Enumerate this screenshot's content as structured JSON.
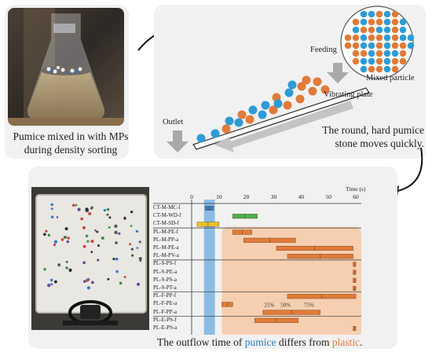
{
  "top_left": {
    "caption_line1": "Pumice mixed in with MPs",
    "caption_line2": "during density sorting"
  },
  "machine": {
    "feeding_label": "Feeding",
    "mixed_particle_label": "Mixed particle",
    "vibrating_plate_label": "Vibrating plate",
    "outlet_label": "Outlet",
    "caption_line1": "The round, hard pumice",
    "caption_line2": "stone moves quickly.",
    "colors": {
      "pumice": "#2f9bd6",
      "plastic": "#e07b39"
    }
  },
  "chart_data": {
    "type": "gantt",
    "x_title": "Time (s)",
    "x_ticks": [
      0,
      10,
      20,
      30,
      40,
      50,
      60
    ],
    "xlim": [
      0,
      62
    ],
    "rows": [
      {
        "label": "CT-M-MC-f",
        "start": 5,
        "end": 8,
        "color": "#3a7cc4",
        "group": 0
      },
      {
        "label": "CT-M-WD-f",
        "start": 15,
        "end": 24,
        "color": "#4caf50",
        "group": 0
      },
      {
        "label": "CT-M-SD-f",
        "start": 2,
        "end": 10,
        "color": "#e6c229",
        "group": 0
      },
      {
        "label": "PL-M-PE-f",
        "start": 15,
        "end": 22,
        "color": "#e07b39",
        "group": 1
      },
      {
        "label": "PL-M-PP-a",
        "start": 19,
        "end": 38,
        "color": "#e07b39",
        "group": 1
      },
      {
        "label": "PL-M-PE-a",
        "start": 31,
        "end": 59,
        "color": "#e07b39",
        "group": 1
      },
      {
        "label": "PL-M-PV-a",
        "start": 35,
        "end": 59,
        "color": "#e07b39",
        "group": 1
      },
      {
        "label": "PL-S-PS-f",
        "start": 59,
        "end": 60,
        "color": "#e07b39",
        "group": 2
      },
      {
        "label": "PL-S-PE-a",
        "start": 59,
        "end": 60,
        "color": "#e07b39",
        "group": 2
      },
      {
        "label": "PL-S-PS-a",
        "start": 59,
        "end": 60,
        "color": "#e07b39",
        "group": 2
      },
      {
        "label": "PL-S-PT-a",
        "start": 59,
        "end": 60,
        "color": "#e07b39",
        "group": 2
      },
      {
        "label": "PL-F-PP-f",
        "start": 35,
        "end": 60,
        "color": "#e07b39",
        "group": 3
      },
      {
        "label": "PL-F-PE-a",
        "start": 11,
        "end": 15,
        "color": "#e07b39",
        "group": 3
      },
      {
        "label": "PL-F-PP-a",
        "start": 26,
        "end": 47,
        "color": "#e07b39",
        "group": 3
      },
      {
        "label": "PL-E-PS-f",
        "start": 23,
        "end": 39,
        "color": "#e07b39",
        "group": 4
      },
      {
        "label": "PL-E-PS-a",
        "start": 59,
        "end": 60,
        "color": "#e07b39",
        "group": 4
      }
    ],
    "annotations": [
      "25%",
      "50%",
      "75%"
    ],
    "pumice_band": [
      4.5,
      8.5
    ],
    "plastic_region": [
      11,
      62
    ]
  },
  "bottom_caption": {
    "part1": "The outflow time of ",
    "pumice": "pumice",
    "part2": " differs from ",
    "plastic": "plastic",
    "part3": "."
  }
}
